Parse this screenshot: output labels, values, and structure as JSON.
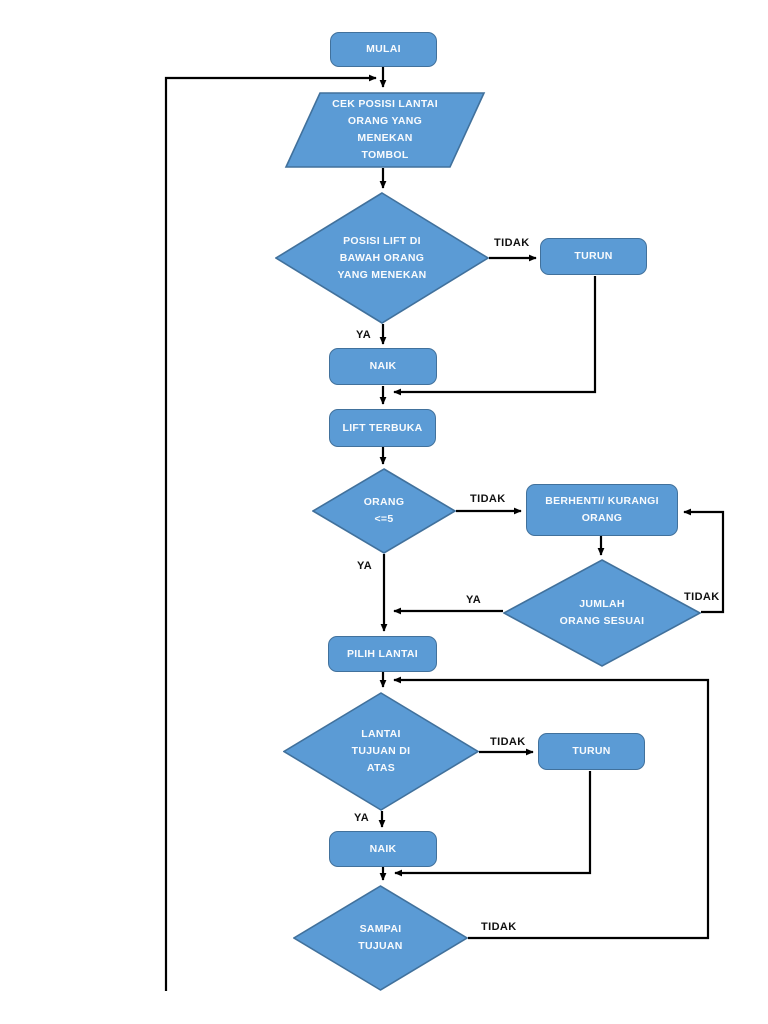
{
  "colors": {
    "shape-fill": "#5b9bd5",
    "shape-border": "#41719c",
    "connector": "#000000",
    "shape-text": "#ffffff",
    "label-text": "#111111",
    "page-bg": "#ffffff"
  },
  "nodes": {
    "mulai": {
      "label": "MULAI"
    },
    "cek_posisi": {
      "line1": "CEK POSISI LANTAI",
      "line2": "ORANG YANG",
      "line3": "MENEKAN",
      "line4": "TOMBOL"
    },
    "posisi_lift": {
      "line1": "POSISI LIFT DI",
      "line2": "BAWAH ORANG",
      "line3": "YANG MENEKAN"
    },
    "turun1": {
      "label": "TURUN"
    },
    "naik1": {
      "label": "NAIK"
    },
    "lift_terbuka": {
      "label": "LIFT TERBUKA"
    },
    "orang_lima": {
      "line1": "ORANG",
      "line2": "<=5"
    },
    "berhenti": {
      "line1": "BERHENTI/ KURANGI",
      "line2": "ORANG"
    },
    "jumlah": {
      "line1": "JUMLAH",
      "line2": "ORANG SESUAI"
    },
    "pilih_lantai": {
      "label": "PILIH LANTAI"
    },
    "lantai_tujuan": {
      "line1": "LANTAI",
      "line2": "TUJUAN DI",
      "line3": "ATAS"
    },
    "turun2": {
      "label": "TURUN"
    },
    "naik2": {
      "label": "NAIK"
    },
    "sampai": {
      "line1": "SAMPAI",
      "line2": "TUJUAN"
    }
  },
  "edge_labels": {
    "tidak1": "TIDAK",
    "ya1": "YA",
    "tidak2": "TIDAK",
    "ya2": "YA",
    "ya3": "YA",
    "tidak3": "TIDAK",
    "tidak4": "TIDAK",
    "ya4": "YA",
    "tidak5": "TIDAK"
  }
}
